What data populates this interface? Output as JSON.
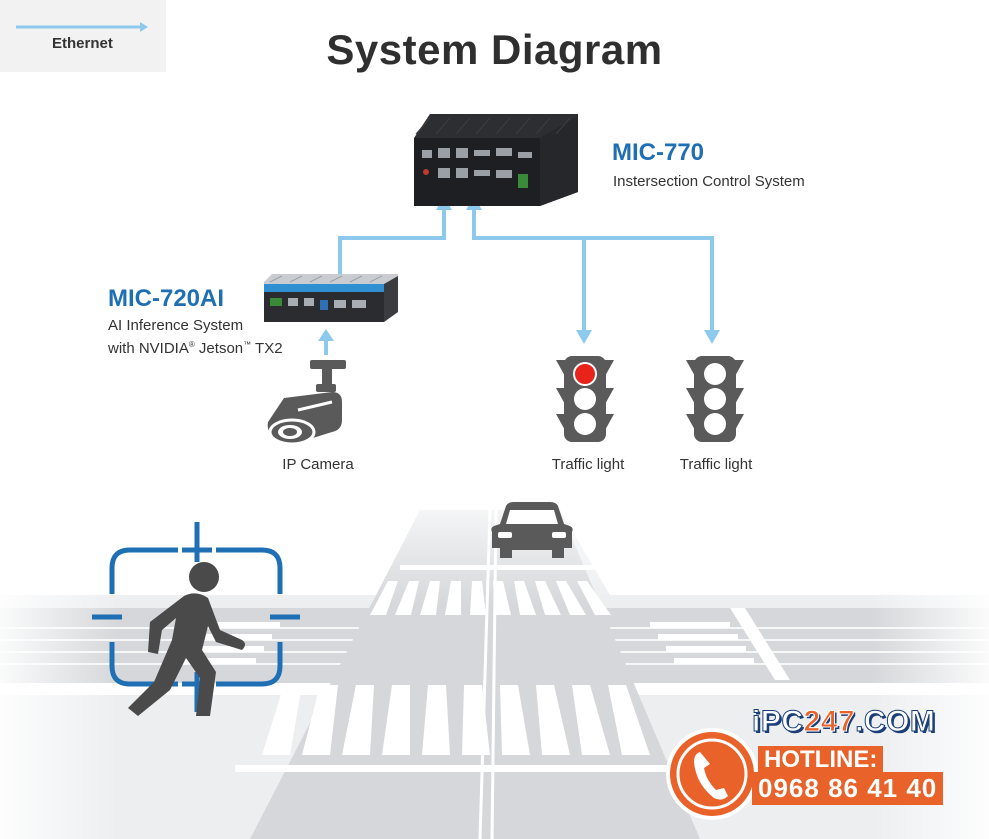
{
  "legend": {
    "label": "Ethernet",
    "line_color": "#8cc9ec"
  },
  "title": "System Diagram",
  "devices": {
    "mic770": {
      "name": "MIC-770",
      "description": "Instersection Control System"
    },
    "mic720": {
      "name": "MIC-720AI",
      "description_line1": "AI Inference System",
      "description_line2_a": "with NVIDIA",
      "description_line2_b": " Jetson",
      "description_line2_c": " TX2",
      "reg_mark": "®",
      "tm_mark": "™"
    }
  },
  "labels": {
    "camera": "IP Camera",
    "traffic_light_1": "Traffic light",
    "traffic_light_2": "Traffic light"
  },
  "brand": {
    "name_a": "iPC",
    "name_b": "247",
    "name_c": ".COM",
    "hotline_label": "HOTLINE:",
    "hotline_number": "0968 86 41 40"
  },
  "colors": {
    "accent_blue": "#1f6fb4",
    "connector": "#8cc9ec",
    "icon_gray": "#5a5a5a",
    "brand_orange": "#e8622a",
    "brand_navy": "#1a3e7a",
    "road": "#d5d7da"
  }
}
